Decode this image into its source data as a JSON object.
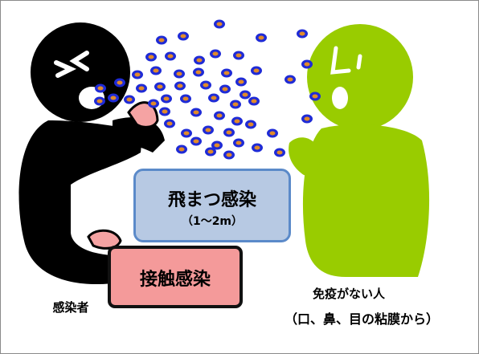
{
  "droplet_infection": {
    "title": "飛まつ感染",
    "range": "（1～2m）"
  },
  "contact_infection": {
    "title": "接触感染"
  },
  "infected_person": {
    "label": "感染者"
  },
  "healthy_person": {
    "line1": "免疫がない人",
    "line2": "（口、鼻、目の粘膜から）"
  },
  "colors": {
    "infected_body": "#000000",
    "healthy_body": "#99cc00",
    "hand": "#f5a3a3",
    "droplet_fill": "#1f2bd6",
    "droplet_core": "#e08a2a",
    "droplet_box_fill": "#b7c9e3",
    "droplet_box_border": "#5b8ac9",
    "contact_box_fill": "#f49a9a"
  },
  "icons": [
    "sneezing-face",
    "droplet",
    "surprised-face"
  ]
}
